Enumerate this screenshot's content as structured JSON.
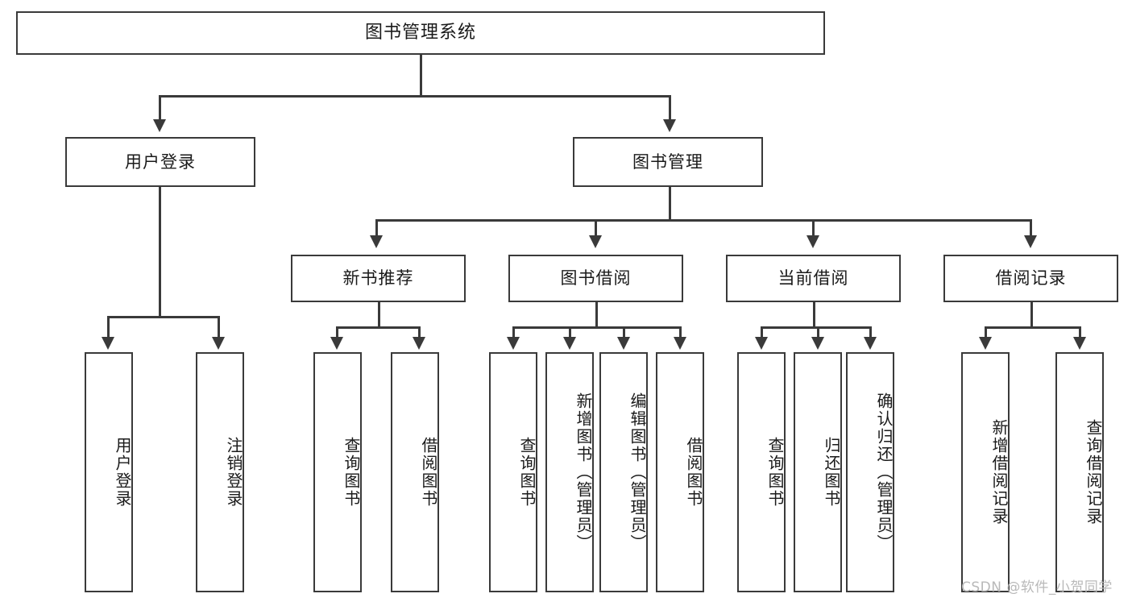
{
  "diagram": {
    "title_box": {
      "label": "图书管理系统"
    },
    "level2": [
      {
        "id": "user-login",
        "label": "用户登录"
      },
      {
        "id": "book-management",
        "label": "图书管理"
      }
    ],
    "level3": [
      {
        "id": "new-book-recommend",
        "label": "新书推荐"
      },
      {
        "id": "book-borrow",
        "label": "图书借阅"
      },
      {
        "id": "current-borrow",
        "label": "当前借阅"
      },
      {
        "id": "borrow-record",
        "label": "借阅记录"
      }
    ],
    "leaves": [
      {
        "id": "leaf-user-login",
        "label": "用户登录"
      },
      {
        "id": "leaf-logout-login",
        "label": "注销登录"
      },
      {
        "id": "leaf-query-book-1",
        "label": "查询图书"
      },
      {
        "id": "leaf-borrow-book-1",
        "label": "借阅图书"
      },
      {
        "id": "leaf-query-book-2",
        "label": "查询图书"
      },
      {
        "id": "leaf-add-book-admin",
        "label": "新增图书（管理员）"
      },
      {
        "id": "leaf-edit-book-admin",
        "label": "编辑图书（管理员）"
      },
      {
        "id": "leaf-borrow-book-2",
        "label": "借阅图书"
      },
      {
        "id": "leaf-query-book-3",
        "label": "查询图书"
      },
      {
        "id": "leaf-return-book",
        "label": "归还图书"
      },
      {
        "id": "leaf-confirm-return-admin",
        "label": "确认归还（管理员）"
      },
      {
        "id": "leaf-add-borrow-record",
        "label": "新增借阅记录"
      },
      {
        "id": "leaf-query-borrow-record",
        "label": "查询借阅记录"
      }
    ]
  },
  "watermark": {
    "text": "CSDN @软件_小贺同学"
  },
  "colors": {
    "stroke": "#3a3a3a",
    "fill": "#ffffff",
    "text": "#1a1a1a",
    "watermark": "#b9b9b9"
  }
}
